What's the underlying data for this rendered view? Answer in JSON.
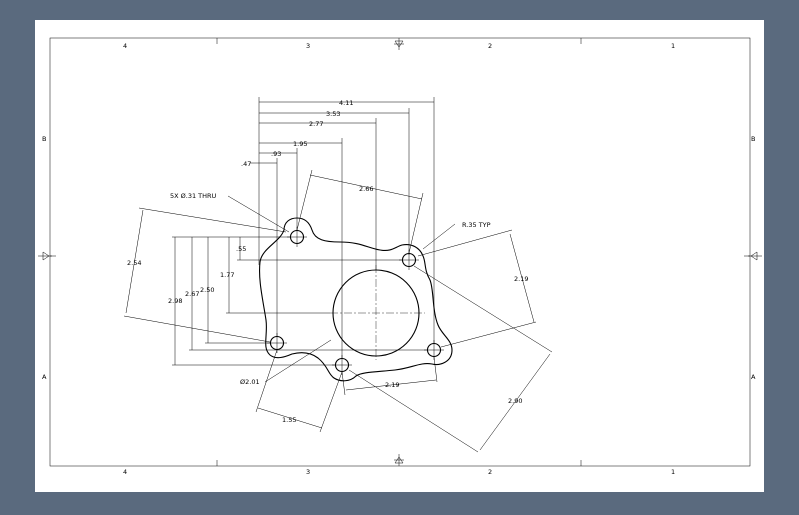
{
  "sheet": {
    "zones_top": [
      "4",
      "3",
      "2",
      "1"
    ],
    "zones_bottom": [
      "4",
      "3",
      "2",
      "1"
    ],
    "zones_left": [
      "B",
      "A"
    ],
    "zones_right": [
      "B",
      "A"
    ]
  },
  "dimensions": {
    "horizontal": [
      "4.11",
      "3.53",
      "2.77",
      "1.95",
      ".93",
      ".47"
    ],
    "vertical": [
      ".55",
      "1.77",
      "2.50",
      "2.67",
      "2.98"
    ],
    "angled_2_54": "2.54",
    "angled_2_66": "2.66",
    "angled_2_19_right": "2.19",
    "angled_2_19_bottom": "2.19",
    "angled_2_90": "2.90",
    "angled_1_55": "1.55"
  },
  "notes": {
    "holes": "5X Ø.31 THRU",
    "radius": "R.35 TYP",
    "bore": "Ø2.01"
  }
}
